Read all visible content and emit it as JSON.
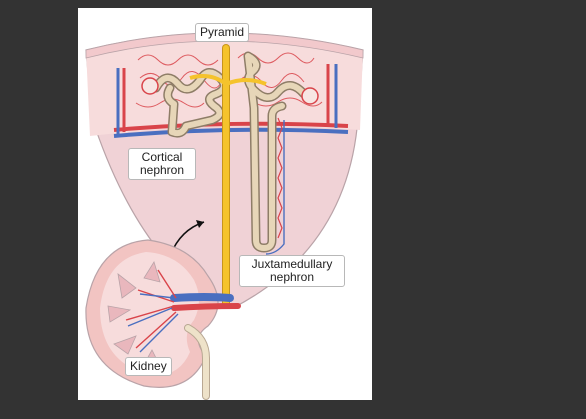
{
  "labels": {
    "pyramid": "Pyramid",
    "cortical": [
      "Cortical",
      "nephron"
    ],
    "juxtamedullary": [
      "Juxtamedullary",
      "nephron"
    ],
    "kidney": "Kidney"
  },
  "colors": {
    "background": "#333333",
    "panel": "#ffffff",
    "cortex": "#f6dada",
    "medulla": "#e9d0d4",
    "outline": "#b9a3a8",
    "artery": "#d9444a",
    "vein": "#4a6fc0",
    "collecting_duct": "#f5c32c",
    "tubule": "#e7d6b8",
    "tubule_edge": "#8e7d67",
    "ureter": "#eee2c9"
  }
}
